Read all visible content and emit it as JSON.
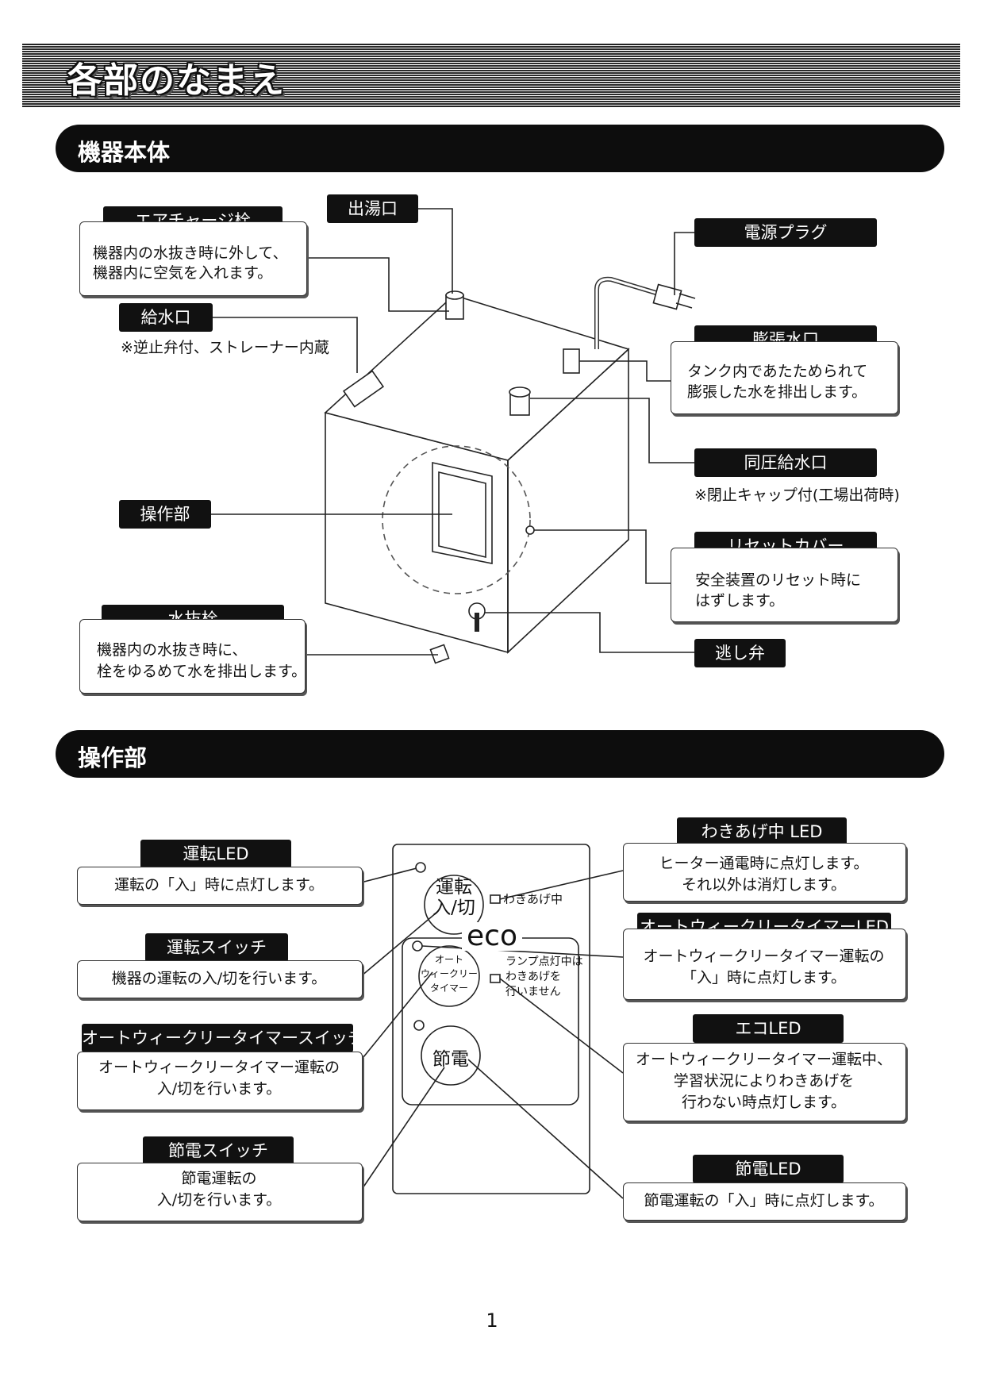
{
  "page_title": "各部のなまえ",
  "sections": {
    "unit": "機器本体",
    "panel": "操作部"
  },
  "unit_parts": {
    "air_charge": {
      "label": "エアチャージ栓",
      "desc": [
        "機器内の水抜き時に外して、",
        "機器内に空気を入れます。"
      ]
    },
    "outlet": {
      "label": "出湯口"
    },
    "power_plug": {
      "label": "電源プラグ"
    },
    "water_inlet": {
      "label": "給水口",
      "note": "※逆止弁付、ストレーナー内蔵"
    },
    "expansion": {
      "label": "膨張水口",
      "desc": [
        "タンク内であたためられて",
        "膨張した水を排出します。"
      ]
    },
    "equal_pressure": {
      "label": "同圧給水口",
      "note": "※閉止キャップ付(工場出荷時)"
    },
    "control": {
      "label": "操作部"
    },
    "reset_cover": {
      "label": "リセットカバー",
      "desc": [
        "安全装置のリセット時に",
        "はずします。"
      ]
    },
    "drain_plug": {
      "label": "水抜栓",
      "desc": [
        "機器内の水抜き時に、",
        "栓をゆるめて水を排出します。"
      ]
    },
    "relief_valve": {
      "label": "逃し弁"
    }
  },
  "panel_parts": {
    "run_led": {
      "label": "運転LED",
      "desc": [
        "運転の「入」時に点灯します。"
      ]
    },
    "run_switch": {
      "label": "運転スイッチ",
      "desc": [
        "機器の運転の入/切を行います。"
      ]
    },
    "timer_switch": {
      "label": "オートウィークリータイマースイッチ",
      "desc": [
        "オートウィークリータイマー運転の",
        "入/切を行います。"
      ]
    },
    "save_switch": {
      "label": "節電スイッチ",
      "desc": [
        "節電運転の",
        "入/切を行います。"
      ]
    },
    "boil_led": {
      "label": "わきあげ中 LED",
      "desc": [
        "ヒーター通電時に点灯します。",
        "それ以外は消灯します。"
      ]
    },
    "timer_led": {
      "label": "オートウィークリータイマーLED",
      "desc": [
        "オートウィークリータイマー運転の",
        "「入」時に点灯します。"
      ]
    },
    "eco_led": {
      "label": "エコLED",
      "desc": [
        "オートウィークリータイマー運転中、",
        "学習状況によりわきあげを",
        "行わない時点灯します。"
      ]
    },
    "save_led": {
      "label": "節電LED",
      "desc": [
        "節電運転の「入」時に点灯します。"
      ]
    }
  },
  "panel_face": {
    "run_btn": [
      "運転",
      "入/切"
    ],
    "boil_text": "わきあげ中",
    "eco": "eco",
    "timer_btn": [
      "オート",
      "ウィークリー",
      "タイマー"
    ],
    "lamp_note": [
      "ランプ点灯中は",
      "わきあげを",
      "行いません"
    ],
    "save_btn": "節電"
  },
  "page_number": "1"
}
